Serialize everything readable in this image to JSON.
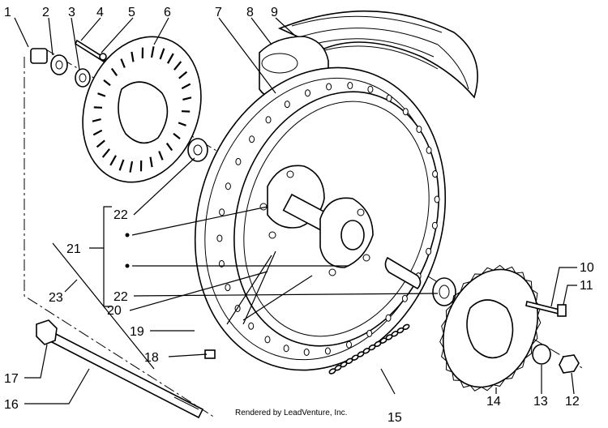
{
  "diagram": {
    "callouts": [
      {
        "id": "c1",
        "text": "1"
      },
      {
        "id": "c2",
        "text": "2"
      },
      {
        "id": "c3",
        "text": "3"
      },
      {
        "id": "c4",
        "text": "4"
      },
      {
        "id": "c5",
        "text": "5"
      },
      {
        "id": "c6",
        "text": "6"
      },
      {
        "id": "c7",
        "text": "7"
      },
      {
        "id": "c8",
        "text": "8"
      },
      {
        "id": "c9",
        "text": "9"
      },
      {
        "id": "c10",
        "text": "10"
      },
      {
        "id": "c11",
        "text": "11"
      },
      {
        "id": "c12",
        "text": "12"
      },
      {
        "id": "c13",
        "text": "13"
      },
      {
        "id": "c14",
        "text": "14"
      },
      {
        "id": "c15",
        "text": "15"
      },
      {
        "id": "c16",
        "text": "16"
      },
      {
        "id": "c17",
        "text": "17"
      },
      {
        "id": "c18",
        "text": "18"
      },
      {
        "id": "c19",
        "text": "19"
      },
      {
        "id": "c20",
        "text": "20"
      },
      {
        "id": "c21",
        "text": "21"
      },
      {
        "id": "c22a",
        "text": "22"
      },
      {
        "id": "c22b",
        "text": "22"
      },
      {
        "id": "c23",
        "text": "23"
      }
    ],
    "credit": "Rendered by LeadVenture, Inc."
  }
}
